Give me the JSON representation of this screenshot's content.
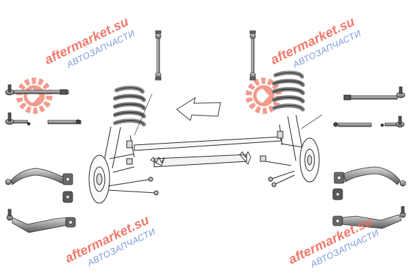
{
  "watermark": {
    "brand": "aftermarket.su",
    "subtitle": "АВТОЗАПЧАСТИ",
    "brand_color": "#f06a5a",
    "subtitle_color": "#6e8fd6"
  },
  "diagram": {
    "subject": "front suspension parts kit",
    "part_color": "#9c9c9c",
    "outline_color": "#222222",
    "parts": [
      "stabilizer-link-left",
      "stabilizer-link-right",
      "coil-spring-left",
      "coil-spring-right",
      "tie-rod-end-outer-left",
      "tie-rod-end-outer-right",
      "tie-rod-inner-left",
      "tie-rod-inner-right",
      "control-arm-upper-left",
      "control-arm-upper-right",
      "control-arm-lower-left",
      "control-arm-lower-right",
      "bushing-left",
      "bushing-right",
      "direction-arrow"
    ]
  }
}
